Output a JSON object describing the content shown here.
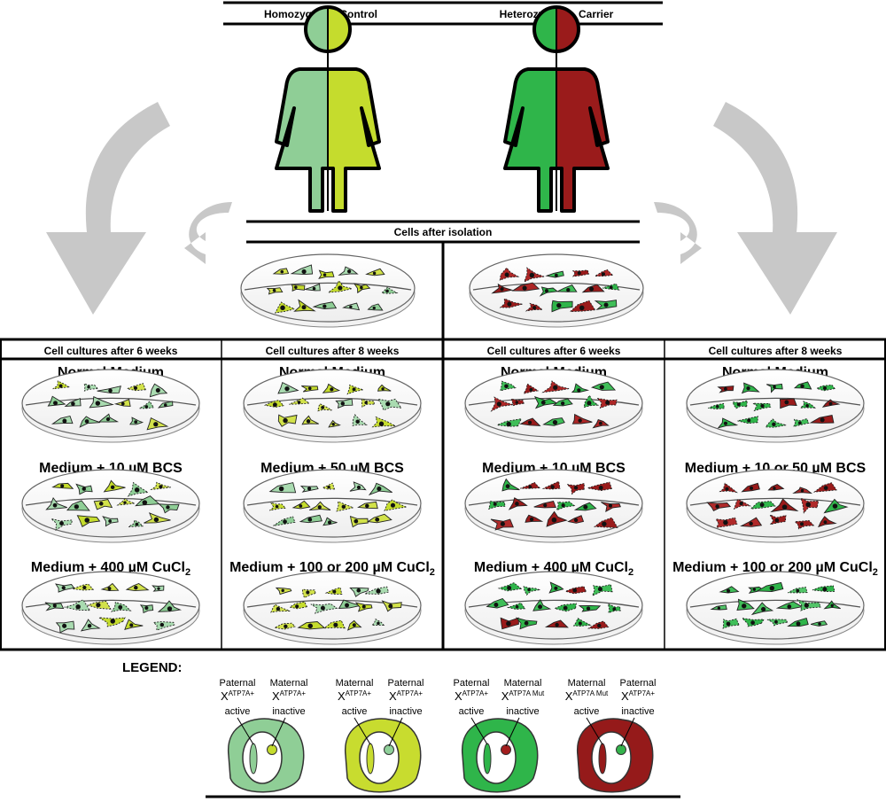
{
  "top": {
    "left_label": "Homozygote – Control",
    "right_label": "Heterozygote – Carrier",
    "isolation_label": "Cells after isolation"
  },
  "columns": [
    {
      "header": "Cell cultures after 6 weeks",
      "mix": "control",
      "dishes": [
        {
          "label": "Normal Medium",
          "composition": "mixed"
        },
        {
          "label": "Medium + 10 µM BCS",
          "composition": "mixed"
        },
        {
          "label": "Medium + 400 µM CuCl",
          "sub": "2",
          "composition": "mixed"
        }
      ]
    },
    {
      "header": "Cell cultures after 8 weeks",
      "mix": "control",
      "dishes": [
        {
          "label": "Normal Medium",
          "composition": "mixed"
        },
        {
          "label": "Medium + 50 µM BCS",
          "composition": "mixed"
        },
        {
          "label": "Medium + 100 or 200 µM CuCl",
          "sub": "2",
          "composition": "mixed"
        }
      ]
    },
    {
      "header": "Cell cultures after 6 weeks",
      "mix": "carrier",
      "dishes": [
        {
          "label": "Normal Medium",
          "composition": "mixed"
        },
        {
          "label": "Medium + 10 µM BCS",
          "composition": "mostly-red"
        },
        {
          "label": "Medium + 400 µM CuCl",
          "sub": "2",
          "composition": "mostly-green"
        }
      ]
    },
    {
      "header": "Cell cultures after 8 weeks",
      "mix": "carrier",
      "dishes": [
        {
          "label": "Normal Medium",
          "composition": "mostly-green"
        },
        {
          "label": "Medium + 10 or 50 µM BCS",
          "composition": "mostly-red"
        },
        {
          "label": "Medium + 100 or 200 µM CuCl",
          "sub": "2",
          "composition": "all-green"
        }
      ]
    }
  ],
  "legend": {
    "title": "LEGEND:",
    "items": [
      {
        "active_parent": "Paternal",
        "active_gene": "ATP7A+",
        "inactive_parent": "Maternal",
        "inactive_gene": "ATP7A+",
        "active_word": "active",
        "inactive_word": "inactive",
        "cell_color": "#8fce96",
        "nucleus_color": "#c5dc2d"
      },
      {
        "active_parent": "Maternal",
        "active_gene": "ATP7A+",
        "inactive_parent": "Paternal",
        "inactive_gene": "ATP7A+",
        "active_word": "active",
        "inactive_word": "inactive",
        "cell_color": "#c8dc2f",
        "nucleus_color": "#8fd09a"
      },
      {
        "active_parent": "Paternal",
        "active_gene": "ATP7A+",
        "inactive_parent": "Maternal",
        "inactive_gene": "ATP7A Mut",
        "active_word": "active",
        "inactive_word": "inactive",
        "cell_color": "#2fb54a",
        "nucleus_color": "#a31d1d"
      },
      {
        "active_parent": "Maternal",
        "active_gene": "ATP7A Mut",
        "inactive_parent": "Paternal",
        "inactive_gene": "ATP7A+",
        "active_word": "active",
        "inactive_word": "inactive",
        "cell_color": "#951a1a",
        "nucleus_color": "#34b34c"
      }
    ]
  },
  "colors": {
    "control_a": "#8fce96",
    "control_b": "#c5dc2d",
    "carrier_green": "#2fb54a",
    "carrier_red": "#9a1b1b",
    "arrow": "#c8c8c8"
  }
}
